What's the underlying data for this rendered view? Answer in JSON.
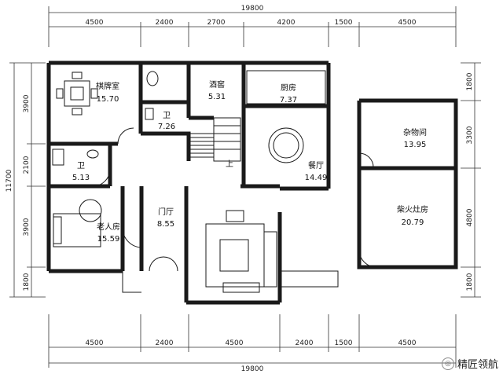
{
  "dimensions": {
    "total_top": "19800",
    "total_bottom": "19800",
    "top": [
      "4500",
      "2400",
      "2700",
      "4200",
      "1500",
      "4500"
    ],
    "bottom": [
      "4500",
      "2400",
      "4500",
      "2400",
      "1500",
      "4500"
    ],
    "left_total": "11700",
    "left": [
      "3900",
      "2100",
      "3900",
      "1800"
    ],
    "right": [
      "1800",
      "3300",
      "4800",
      "1800"
    ]
  },
  "rooms": {
    "chess": {
      "name": "棋牌室",
      "area": "15.70"
    },
    "bath1": {
      "name": "卫",
      "area": "7.26"
    },
    "wine": {
      "name": "酒窖",
      "area": "5.31"
    },
    "kitchen": {
      "name": "厨房",
      "area": "7.37"
    },
    "dining": {
      "name": "餐厅",
      "area": "14.49"
    },
    "storage": {
      "name": "杂物间",
      "area": "13.95"
    },
    "bath2": {
      "name": "卫",
      "area": "5.13"
    },
    "elder": {
      "name": "老人房",
      "area": "15.59"
    },
    "foyer": {
      "name": "门厅",
      "area": "8.55"
    },
    "firewood": {
      "name": "柴火灶房",
      "area": "20.79"
    }
  },
  "stair_up": "上",
  "watermark": "精匠领航"
}
